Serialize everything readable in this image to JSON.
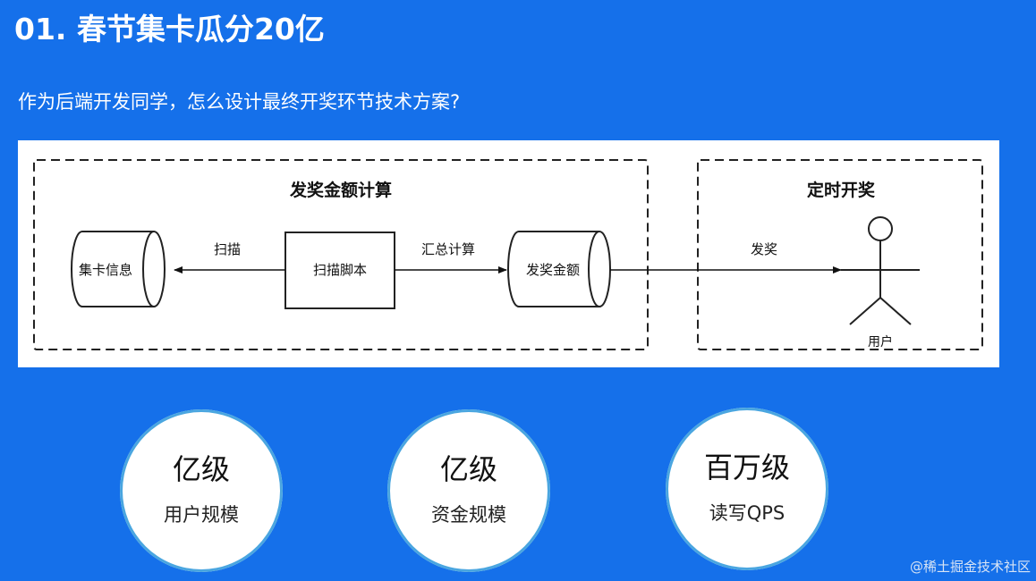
{
  "title": "01. 春节集卡瓜分20亿",
  "question": "作为后端开发同学，怎么设计最终开奖环节技术方案?",
  "diagram": {
    "group_left_title": "发奖金额计算",
    "group_right_title": "定时开奖",
    "node_card_info": "集卡信息",
    "node_script": "扫描脚本",
    "node_amount": "发奖金额",
    "node_user": "用户",
    "edge_scan": "扫描",
    "edge_sum": "汇总计算",
    "edge_award": "发奖"
  },
  "stats": [
    {
      "big": "亿级",
      "small": "用户规模"
    },
    {
      "big": "亿级",
      "small": "资金规模"
    },
    {
      "big": "百万级",
      "small": "读写QPS"
    }
  ],
  "watermark": "@稀土掘金技术社区",
  "colors": {
    "background": "#1570ea",
    "circle_border": "#4aa6e0"
  }
}
